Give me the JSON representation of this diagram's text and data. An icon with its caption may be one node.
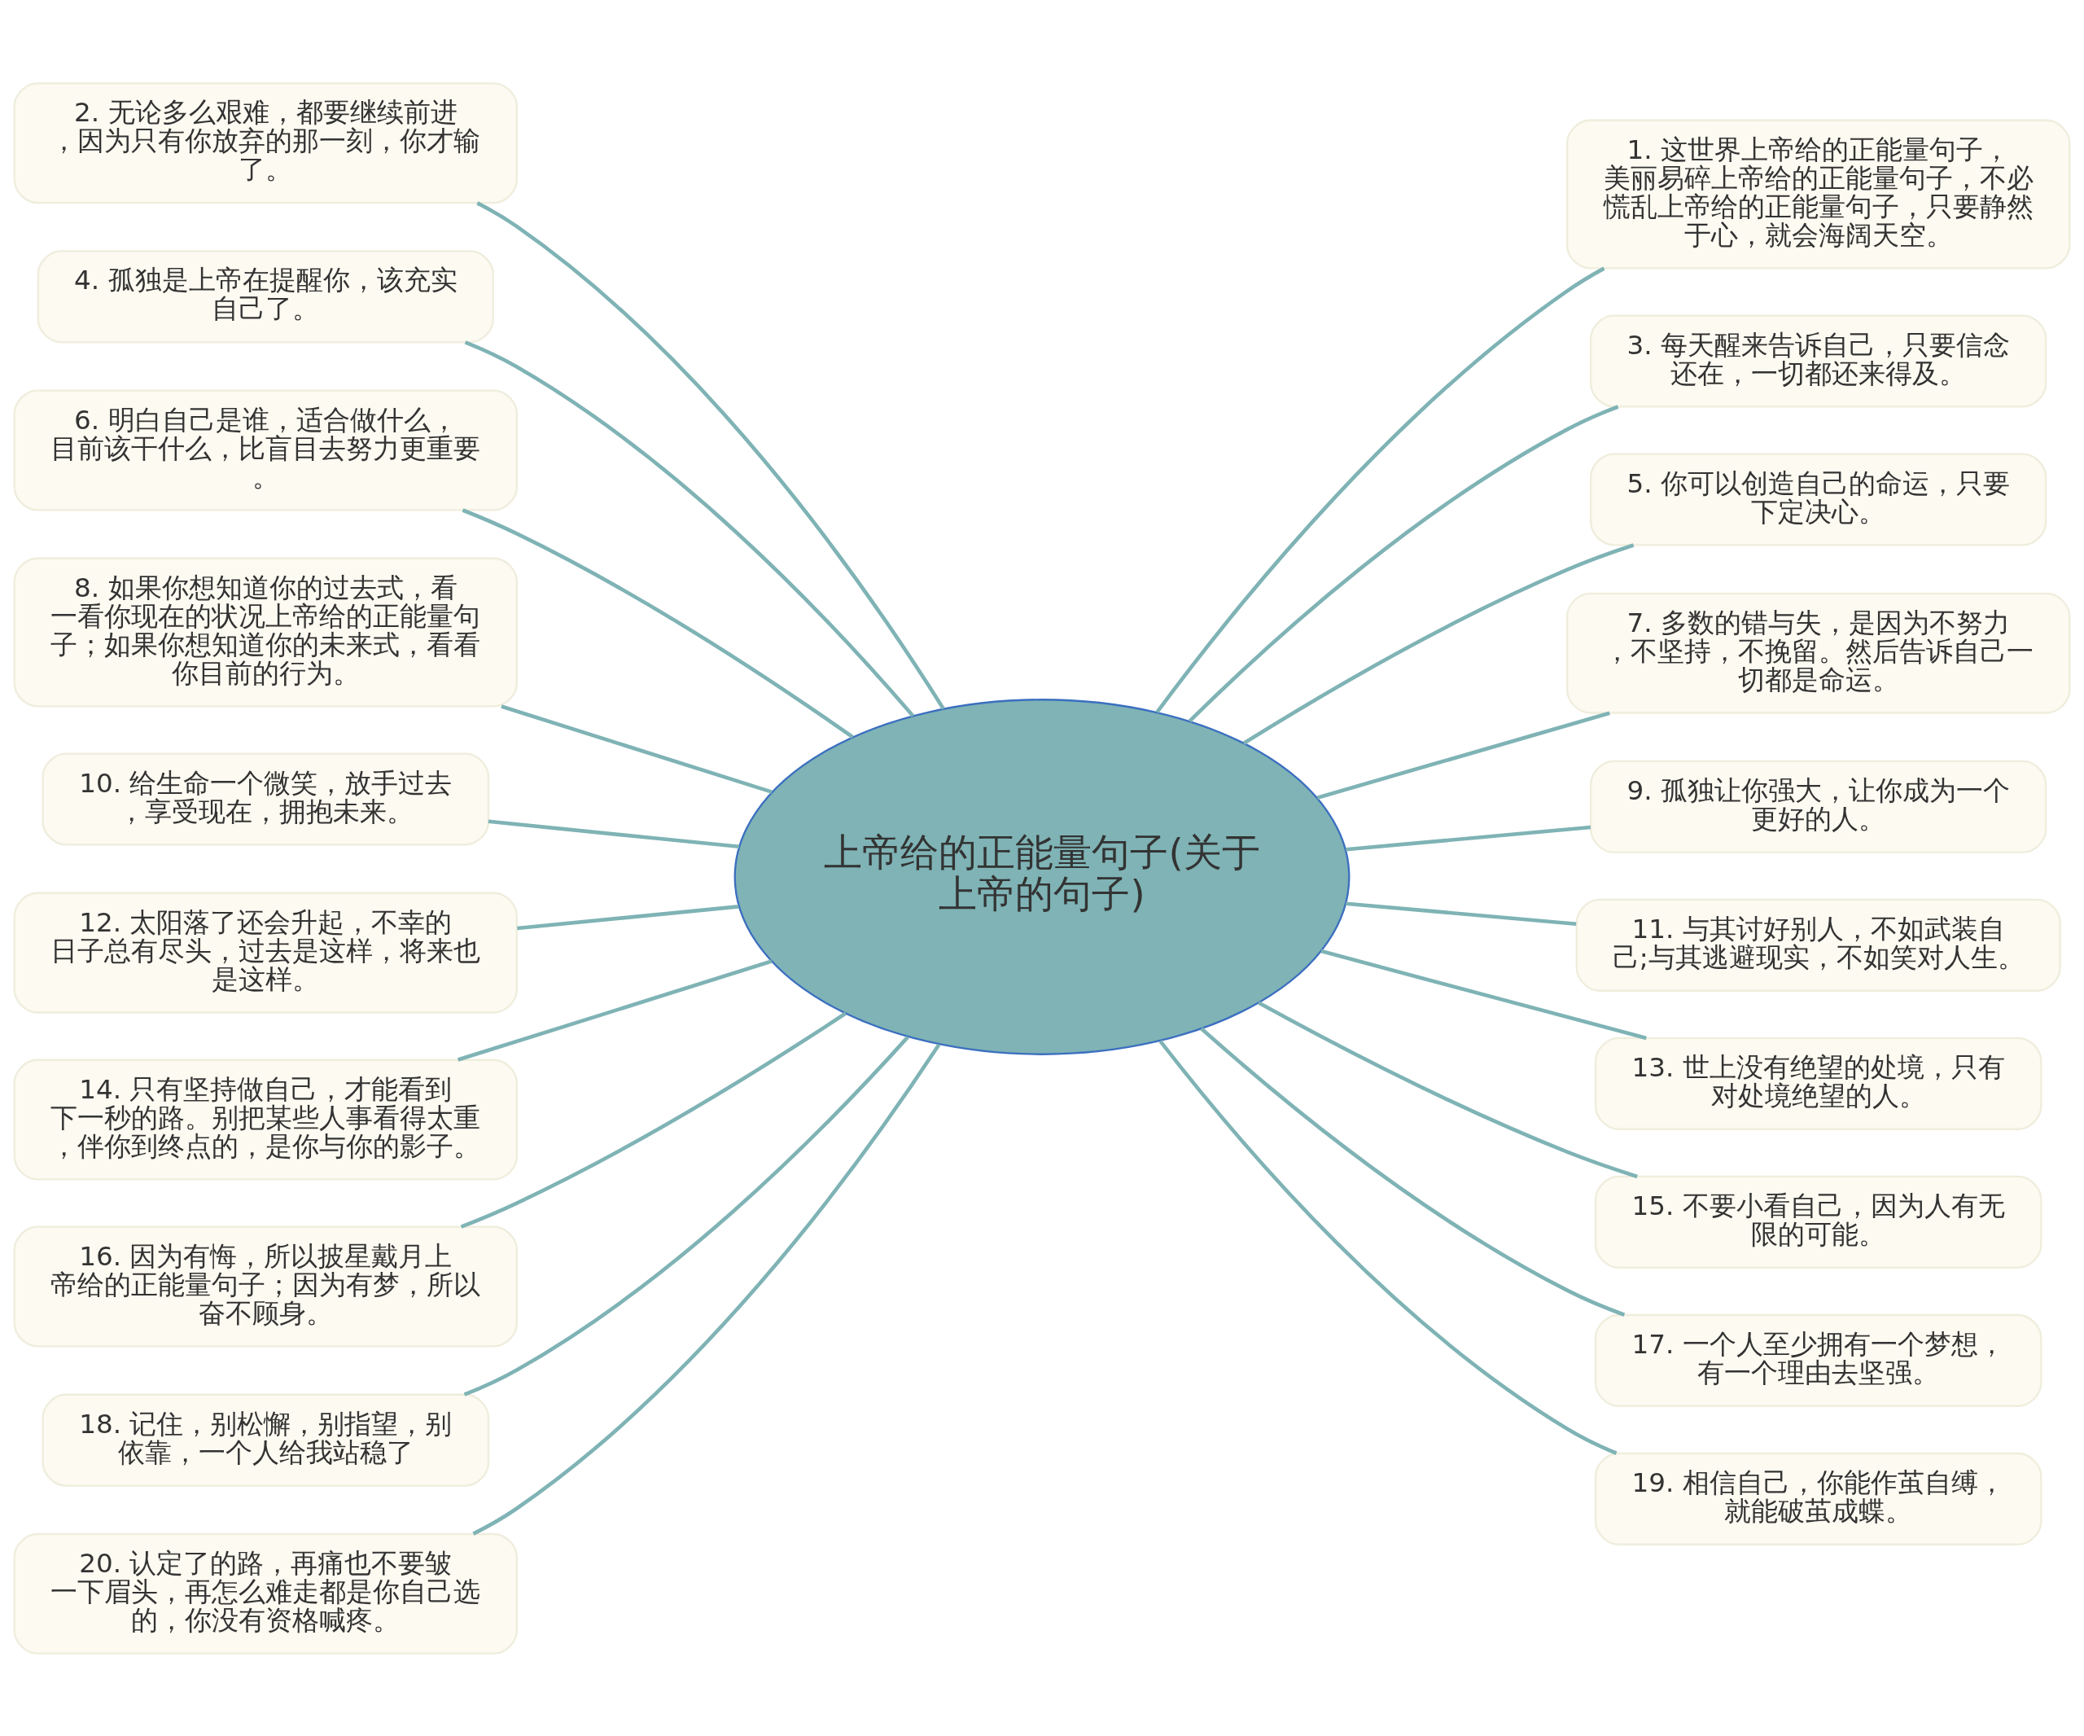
{
  "diagram": {
    "nodes": [
      {
        "text": [
          "上帝给的正能量句子(关于上帝的句子)"
        ]
      },
      {
        "text": [
          "1. 这世界上帝给的正能量句子，美丽易碎上帝给的正能量句子，不必慌乱上帝给的正能量句子，只要静然于心，就会海阔天空。"
        ]
      },
      {
        "text": [
          "2. 无论多么艰难，都要继续前进，因为只有你放弃的那一刻，你才输了。"
        ]
      },
      {
        "text": [
          "3. 每天醒来告诉自己，只要信念还在，一切都还来得及。"
        ]
      },
      {
        "text": [
          "4. 孤独是上帝在提醒你，该充实自己了。"
        ]
      },
      {
        "text": [
          "5. 你可以创造自己的命运，只要下定决心。"
        ]
      },
      {
        "text": [
          "6. 明白自己是谁，适合做什么，目前该干什么，比盲目去努力更重要。"
        ]
      },
      {
        "text": [
          "7. 多数的错与失，是因为不努力，不坚持，不挽留。然后告诉自己一切都是命运。"
        ]
      },
      {
        "text": [
          "8. 如果你想知道你的过去式，看一看你现在的状况上帝给的正能量句子；如果你想知道你的未来式，看看你目前的行为。"
        ]
      },
      {
        "text": [
          "9. 孤独让你强大，让你成为一个更好的人。"
        ]
      },
      {
        "text": [
          "10. 给生命一个微笑，放手过去，享受现在，拥抱未来。"
        ]
      },
      {
        "text": [
          "11. 与其讨好别人，不如武装自己;与其逃避现实，不如笑对人生。"
        ]
      },
      {
        "text": [
          "12. 太阳落了还会升起，不幸的日子总有尽头，过去是这样，将来也是这样。"
        ]
      },
      {
        "text": [
          "13. 世上没有绝望的处境，只有对处境绝望的人。"
        ]
      },
      {
        "text": [
          "14. 只有坚持做自己，才能看到下一秒的路。别把某些人事看得太重，伴你到终点的，是你与你的影子。"
        ]
      },
      {
        "text": [
          "15. 不要小看自己，因为人有无限的可能。"
        ]
      },
      {
        "text": [
          "16. 因为有悔，所以披星戴月上帝给的正能量句子；因为有梦，所以奋不顾身。"
        ]
      },
      {
        "text": [
          "17. 一个人至少拥有一个梦想，有一个理由去坚强。"
        ]
      },
      {
        "text": [
          "18. 记住，别松懈，别指望，别依靠，一个人给我站稳了"
        ]
      },
      {
        "text": [
          "19. 相信自己，你能作茧自缚，就能破茧成蝶。"
        ]
      },
      {
        "text": [
          "20. 认定了的路，再痛也不要皱一下眉头，再怎么难走都是你自己选的，你没有资格喊疼。"
        ]
      }
    ],
    "edges": [
      {
        "from": 0,
        "to": 1,
        "arrow": "none"
      },
      {
        "from": 0,
        "to": 2,
        "arrow": "none"
      },
      {
        "from": 0,
        "to": 3,
        "arrow": "none"
      },
      {
        "from": 0,
        "to": 4,
        "arrow": "none"
      },
      {
        "from": 0,
        "to": 5,
        "arrow": "none"
      },
      {
        "from": 0,
        "to": 6,
        "arrow": "none"
      },
      {
        "from": 0,
        "to": 7,
        "arrow": "none"
      },
      {
        "from": 0,
        "to": 8,
        "arrow": "none"
      },
      {
        "from": 0,
        "to": 9,
        "arrow": "none"
      },
      {
        "from": 0,
        "to": 10,
        "arrow": "none"
      },
      {
        "from": 0,
        "to": 11,
        "arrow": "none"
      },
      {
        "from": 0,
        "to": 12,
        "arrow": "none"
      },
      {
        "from": 0,
        "to": 13,
        "arrow": "none"
      },
      {
        "from": 0,
        "to": 14,
        "arrow": "none"
      },
      {
        "from": 0,
        "to": 15,
        "arrow": "none"
      },
      {
        "from": 0,
        "to": 16,
        "arrow": "none"
      },
      {
        "from": 0,
        "to": 17,
        "arrow": "none"
      },
      {
        "from": 0,
        "to": 18,
        "arrow": "none"
      },
      {
        "from": 0,
        "to": 19,
        "arrow": "none"
      },
      {
        "from": 0,
        "to": 20,
        "arrow": "none"
      }
    ]
  }
}
